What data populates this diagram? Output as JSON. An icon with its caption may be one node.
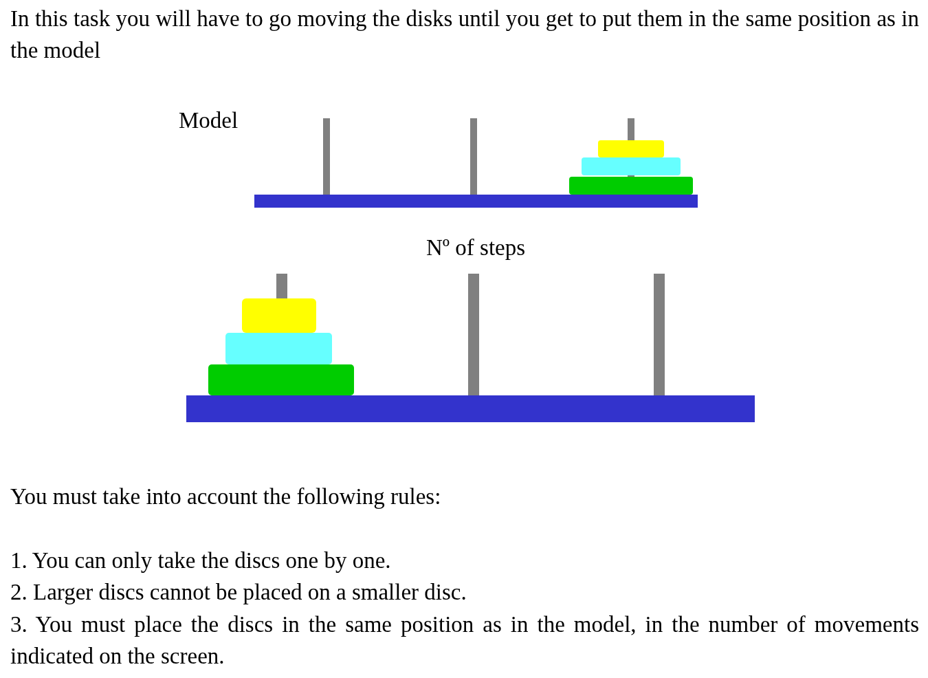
{
  "diagram": {
    "labels": [
      "In this task you will have to go moving the disks until you get to put them in the same position as in the model",
      "Model",
      "Nº of steps",
      "You must take into account the following rules:",
      "1. You can only take the discs one by one.",
      "2. Larger discs cannot be placed on a smaller disc.",
      "3. You must place the discs in the same position as in the model, in the number of movements indicated on the screen."
    ]
  }
}
